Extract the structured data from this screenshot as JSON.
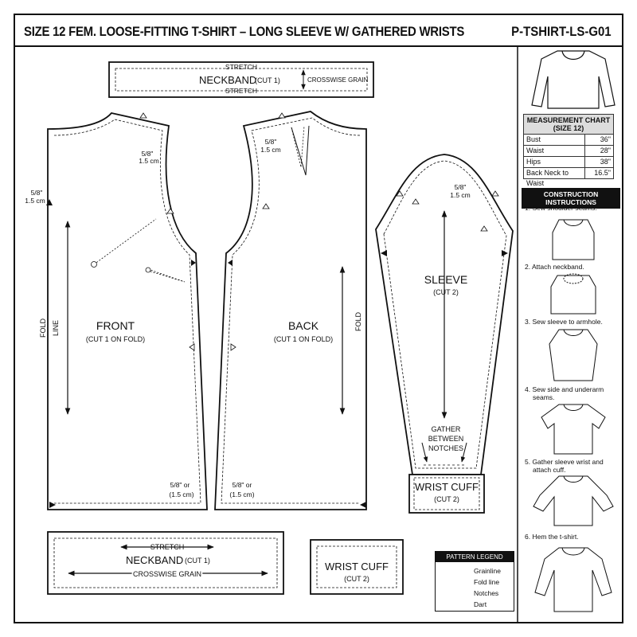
{
  "header": {
    "title": "SIZE 12 FEM. LOOSE-FITTING T-SHIRT – LONG SLEEVE W/ GATHERED WRISTS",
    "code": "P-TSHIRT-LS-G01"
  },
  "neckband_top": {
    "stretch_top": "STRETCH",
    "name": "NECKBAND",
    "cut": "(CUT 1)",
    "grain": "CROSSWISE GRAIN",
    "stretch_bottom": "STRETCH"
  },
  "front": {
    "name": "FRONT",
    "cut": "(CUT 1 ON FOLD)",
    "fold_a": "FOLD",
    "fold_b": "LINE",
    "sa_neck_a": "5/8\"",
    "sa_neck_b": "1.5 cm",
    "sa_side_a": "5/8\"",
    "sa_side_b": "1.5 cm",
    "sa_hem_a": "5/8\" or",
    "sa_hem_b": "(1.5 cm)"
  },
  "back": {
    "name": "BACK",
    "cut": "(CUT 1 ON FOLD)",
    "fold": "FOLD",
    "sa_neck_a": "5/8\"",
    "sa_neck_b": "1.5 cm",
    "sa_hem_a": "5/8\" or",
    "sa_hem_b": "(1.5 cm)"
  },
  "sleeve": {
    "name": "SLEEVE",
    "cut": "(CUT 2)",
    "sa_a": "5/8\"",
    "sa_b": "1.5 cm",
    "gather_1": "GATHER",
    "gather_2": "BETWEEN",
    "gather_3": "NOTCHES"
  },
  "cuff_attached": {
    "name": "WRIST CUFF",
    "cut": "(CUT 2)"
  },
  "neckband_bottom": {
    "stretch": "STRETCH",
    "name": "NECKBAND",
    "cut": "(CUT 1)",
    "grain": "CROSSWISE GRAIN"
  },
  "cuff_separate": {
    "name": "WRIST CUFF",
    "cut": "(CUT 2)"
  },
  "measurement_chart": {
    "title_1": "MEASUREMENT CHART",
    "title_2": "(SIZE 12)",
    "rows": [
      {
        "label": "Bust",
        "value": "36\""
      },
      {
        "label": "Waist",
        "value": "28\""
      },
      {
        "label": "Hips",
        "value": "38\""
      },
      {
        "label": "Back Neck to Waist",
        "value": "16.5\""
      }
    ]
  },
  "instructions": {
    "title": "CONSTRUCTION INSTRUCTIONS",
    "steps": [
      {
        "line1": "1. Sew shoulder seams.",
        "line2": ""
      },
      {
        "line1": "2. Attach neckband.",
        "line2": ""
      },
      {
        "line1": "3. Sew sleeve to armhole.",
        "line2": ""
      },
      {
        "line1": "4. Sew side and underarm",
        "line2": "seams."
      },
      {
        "line1": "5. Gather sleeve wrist and",
        "line2": "attach cuff."
      },
      {
        "line1": "6. Hem the t-shirt.",
        "line2": ""
      }
    ]
  },
  "legend": {
    "title": "PATTERN LEGEND",
    "items": [
      "Grainline",
      "Fold line",
      "Notches",
      "Dart"
    ]
  }
}
